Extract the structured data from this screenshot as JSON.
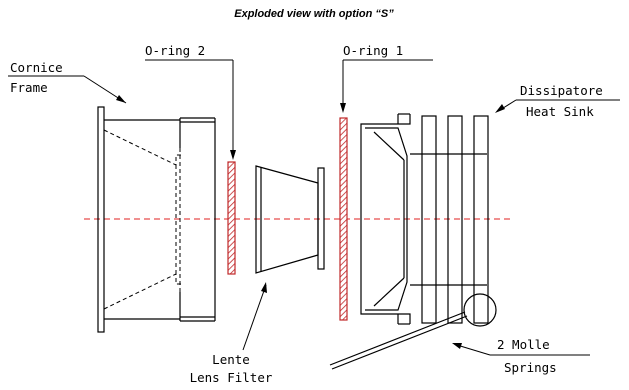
{
  "title": "Exploded view with option “S”",
  "labels": {
    "cornice": "Cornice",
    "frame": "Frame",
    "oring2": "O-ring 2",
    "oring1": "O-ring 1",
    "dissipatore": "Dissipatore",
    "heat_sink": "Heat Sink",
    "lente": "Lente",
    "lens_filter": "Lens Filter",
    "molle": "2 Molle",
    "springs": "Springs"
  },
  "colors": {
    "axis": "#e02020",
    "oring": "#c0282a",
    "lines": "#000000"
  }
}
